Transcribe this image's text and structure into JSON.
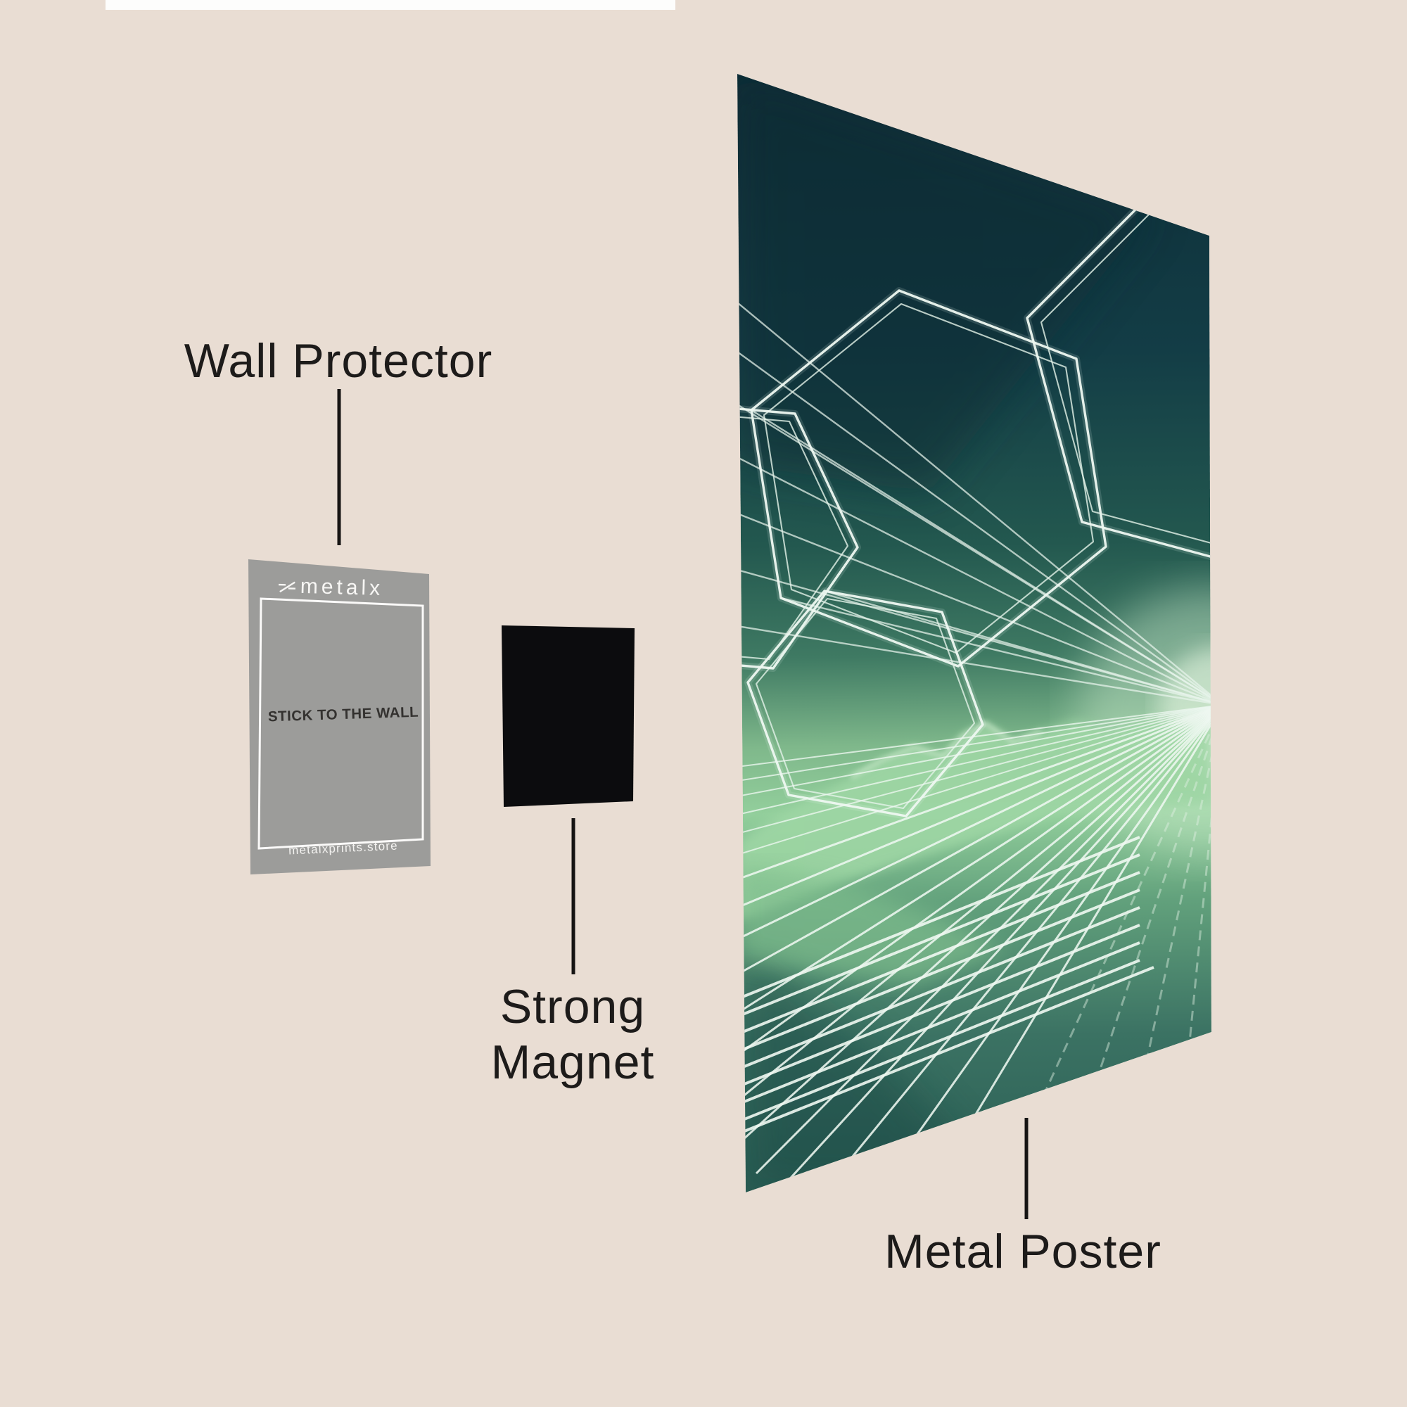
{
  "page": {
    "background_color": "#e9ddd3",
    "top_strip_color": "#fdfdfc"
  },
  "labels": {
    "wall_protector": "Wall Protector",
    "strong_line1": "Strong",
    "strong_line2": "Magnet",
    "metal_poster": "Metal Poster"
  },
  "card": {
    "brand": "metalx",
    "instruction": "STICK TO THE WALL",
    "website": "metalxprints.store",
    "color": "#9c9c9a"
  },
  "magnet": {
    "color": "#0c0c0e"
  },
  "poster": {
    "top_color": "#0d2d37",
    "glow_color": "#9ed6a4",
    "line_color": "#eef8f1"
  }
}
